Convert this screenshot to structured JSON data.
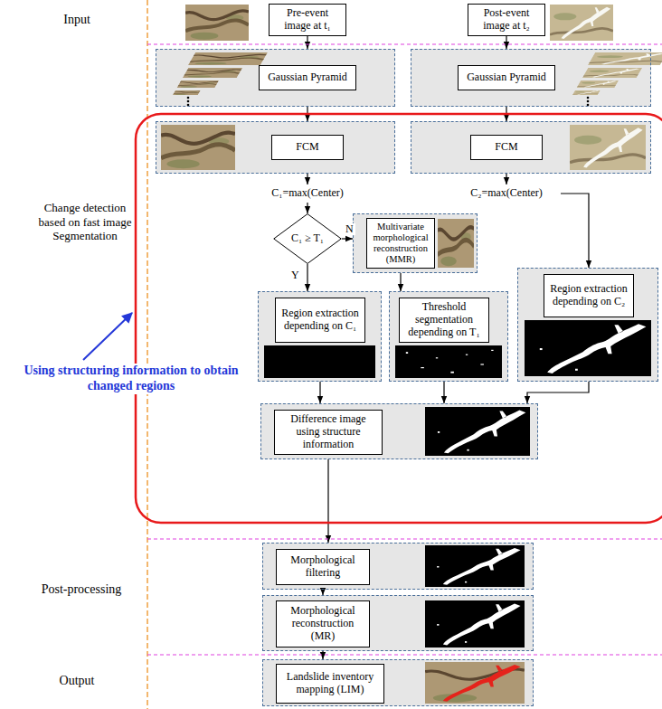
{
  "diagram": {
    "nodes": [
      {
        "text": [
          "Pre-event image at t₁"
        ]
      },
      {
        "text": [
          "Post-event image at t₂"
        ]
      },
      {
        "text": [
          "Gaussian Pyramid"
        ]
      },
      {
        "text": [
          "Gaussian Pyramid"
        ]
      },
      {
        "text": [
          "FCM"
        ]
      },
      {
        "text": [
          "FCM"
        ]
      },
      {
        "text": [
          "C₁=max(Center)"
        ]
      },
      {
        "text": [
          "C₂=max(Center)"
        ]
      },
      {
        "text": [
          "C₁ ≥ T₁"
        ]
      },
      {
        "text": [
          "Multivariate morphological reconstruction (MMR)"
        ]
      },
      {
        "text": [
          "Region extraction depending on C₁"
        ]
      },
      {
        "text": [
          "Threshold segmentation depending on T₁"
        ]
      },
      {
        "text": [
          "Region extraction depending on C₂"
        ]
      },
      {
        "text": [
          "Difference image using structure information"
        ]
      },
      {
        "text": [
          "Morphological filtering"
        ]
      },
      {
        "text": [
          "Morphological reconstruction (MR)"
        ]
      },
      {
        "text": [
          "Landslide inventory mapping (LIM)"
        ]
      }
    ],
    "edges": [
      {
        "from": 0,
        "to": 2,
        "arrow": "to"
      },
      {
        "from": 1,
        "to": 3,
        "arrow": "to"
      },
      {
        "from": 2,
        "to": 4,
        "arrow": "to"
      },
      {
        "from": 3,
        "to": 5,
        "arrow": "to"
      },
      {
        "from": 4,
        "to": 6,
        "arrow": "to"
      },
      {
        "from": 5,
        "to": 7,
        "arrow": "to"
      },
      {
        "from": 6,
        "to": 8,
        "arrow": "to"
      },
      {
        "from": 8,
        "to": 9,
        "label": "N",
        "arrow": "to"
      },
      {
        "from": 8,
        "to": 10,
        "label": "Y",
        "arrow": "to"
      },
      {
        "from": 9,
        "to": 11,
        "arrow": "to"
      },
      {
        "from": 7,
        "to": 12,
        "arrow": "to"
      },
      {
        "from": 10,
        "to": 13,
        "arrow": "to"
      },
      {
        "from": 11,
        "to": 13,
        "arrow": "to"
      },
      {
        "from": 12,
        "to": 13,
        "arrow": "to"
      },
      {
        "from": 13,
        "to": 14,
        "arrow": "to"
      },
      {
        "from": 14,
        "to": 15,
        "arrow": "to"
      },
      {
        "from": 15,
        "to": 16,
        "arrow": "to"
      }
    ],
    "labels": [
      "Input",
      "Change detection based on fast image Segmentation",
      "Post-processing",
      "Output",
      "Using structuring information to obtain changed regions"
    ]
  }
}
